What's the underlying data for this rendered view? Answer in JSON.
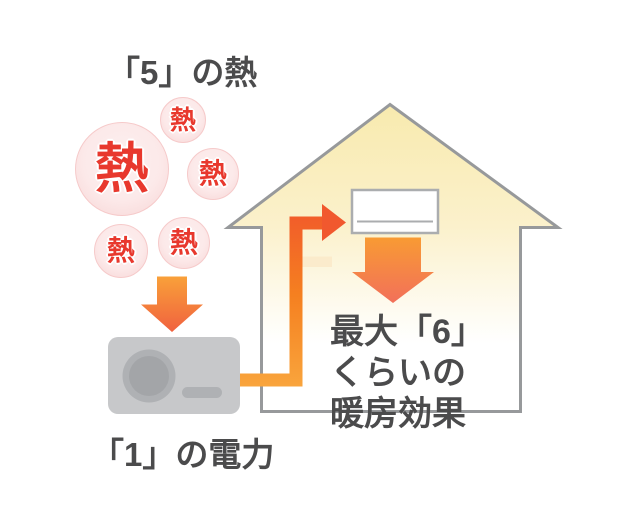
{
  "diagram": {
    "heat_title": "「5」の熱",
    "power_label": "「1」の電力",
    "effect_text": {
      "line1": "最大「6」",
      "line2": "くらいの",
      "line3": "暖房効果"
    },
    "bubbles": [
      {
        "char": "熱"
      },
      {
        "char": "熱"
      },
      {
        "char": "熱"
      },
      {
        "char": "熱"
      },
      {
        "char": "熱"
      }
    ],
    "colors": {
      "label_text": "#4B4B4C",
      "heat_red": "#E8382D",
      "bubble_pink_fill": "#FCE9E9",
      "bubble_pink_edge": "#F6CACA",
      "house_fill_top": "#F8EAAE",
      "house_fill_bottom": "#FFFFFF",
      "house_stroke": "#97999B",
      "pipe_orange": "#F9A43C",
      "pipe_red_orange": "#F1582B",
      "arrow_orange_top": "#F9A139",
      "arrow_salmon_tip": "#F2705A",
      "outdoor_unit_gray": "#C7C8CA",
      "unit_detail_gray": "#AFB1B4",
      "ac_border_gray": "#ABADAF"
    }
  }
}
